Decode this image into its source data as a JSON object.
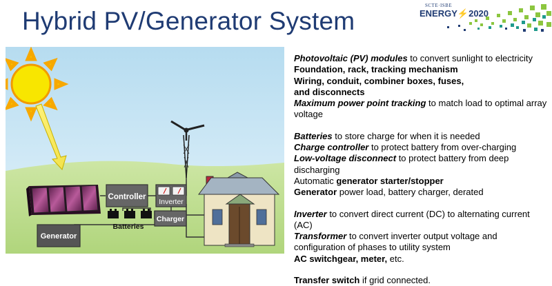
{
  "title": "Hybrid PV/Generator System",
  "logo": {
    "top": "SCTE·ISBE",
    "brand": "ENERGY",
    "year": "2020"
  },
  "diagram": {
    "controller": "Controller",
    "inverter": "Inverter",
    "charger": "Charger",
    "batteries": "Batteries",
    "generator": "Generator"
  },
  "items": [
    [
      {
        "t": "Photovoltaic (PV) modules",
        "s": "bi"
      },
      {
        "t": " to convert sunlight to electricity",
        "s": ""
      }
    ],
    [
      {
        "t": "Foundation, rack, tracking mechanism",
        "s": "b"
      }
    ],
    [
      {
        "t": "Wiring, conduit, combiner boxes, fuses,",
        "s": "b"
      }
    ],
    [
      {
        "t": "and disconnects",
        "s": "b"
      }
    ],
    [
      {
        "t": "Maximum power point tracking",
        "s": "bi"
      },
      {
        "t": " to match load to optimal array voltage",
        "s": ""
      }
    ],
    "gap",
    [
      {
        "t": "Batteries",
        "s": "bi"
      },
      {
        "t": " to store charge for when it is needed",
        "s": ""
      }
    ],
    [
      {
        "t": "Charge controller",
        "s": "bi"
      },
      {
        "t": " to protect battery from over-charging",
        "s": ""
      }
    ],
    [
      {
        "t": "Low-voltage disconnect",
        "s": "bi"
      },
      {
        "t": " to protect battery from deep discharging",
        "s": ""
      }
    ],
    [
      {
        "t": "Automatic ",
        "s": ""
      },
      {
        "t": "generator starter/stopper",
        "s": "b"
      }
    ],
    [
      {
        "t": "Generator",
        "s": "b"
      },
      {
        "t": " power load, battery charger, derated",
        "s": ""
      }
    ],
    "gap",
    [
      {
        "t": "Inverter",
        "s": "bi"
      },
      {
        "t": " to convert direct current (DC) to alternating current (AC)",
        "s": ""
      }
    ],
    [
      {
        "t": "Transformer",
        "s": "bi"
      },
      {
        "t": " to convert inverter output voltage and configuration of phases to utility system",
        "s": ""
      }
    ],
    [
      {
        "t": "AC switchgear, meter,",
        "s": "b"
      },
      {
        "t": " etc.",
        "s": ""
      }
    ],
    "gap",
    [
      {
        "t": "Transfer switch",
        "s": "b"
      },
      {
        "t": " if grid connected.",
        "s": ""
      }
    ]
  ]
}
